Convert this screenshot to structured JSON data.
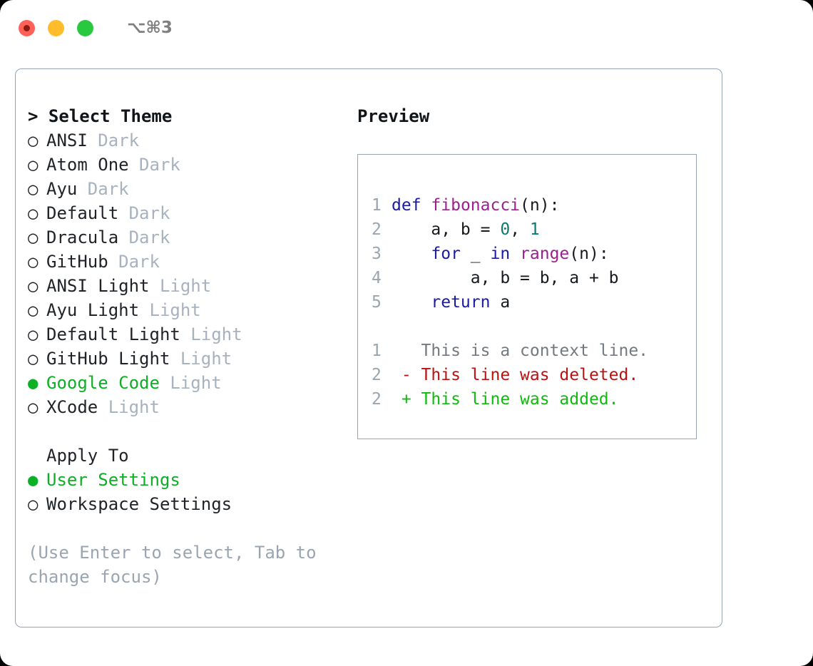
{
  "titlebar": {
    "shortcut": "⌥⌘3",
    "buttons": [
      {
        "name": "close",
        "color": "#ff6159"
      },
      {
        "name": "minimize",
        "color": "#ffbd2e"
      },
      {
        "name": "maximize",
        "color": "#28c840"
      }
    ]
  },
  "theme_panel": {
    "header": "> Select Theme",
    "options": [
      {
        "marker": "○",
        "name": "ANSI",
        "suffix": "Dark",
        "selected": false
      },
      {
        "marker": "○",
        "name": "Atom One",
        "suffix": "Dark",
        "selected": false
      },
      {
        "marker": "○",
        "name": "Ayu",
        "suffix": "Dark",
        "selected": false
      },
      {
        "marker": "○",
        "name": "Default",
        "suffix": "Dark",
        "selected": false
      },
      {
        "marker": "○",
        "name": "Dracula",
        "suffix": "Dark",
        "selected": false
      },
      {
        "marker": "○",
        "name": "GitHub",
        "suffix": "Dark",
        "selected": false
      },
      {
        "marker": "○",
        "name": "ANSI Light",
        "suffix": "Light",
        "selected": false
      },
      {
        "marker": "○",
        "name": "Ayu Light",
        "suffix": "Light",
        "selected": false
      },
      {
        "marker": "○",
        "name": "Default Light",
        "suffix": "Light",
        "selected": false
      },
      {
        "marker": "○",
        "name": "GitHub Light",
        "suffix": "Light",
        "selected": false
      },
      {
        "marker": "●",
        "name": "Google Code",
        "suffix": "Light",
        "selected": true
      },
      {
        "marker": "○",
        "name": "XCode",
        "suffix": "Light",
        "selected": false
      }
    ]
  },
  "apply_to": {
    "header": "Apply To",
    "options": [
      {
        "marker": "●",
        "name": "User Settings",
        "selected": true
      },
      {
        "marker": "○",
        "name": "Workspace Settings",
        "selected": false
      }
    ]
  },
  "hint": "(Use Enter to select, Tab to change focus)",
  "preview": {
    "title": "Preview",
    "code_lines": [
      {
        "n": "1",
        "tokens": [
          {
            "t": "def",
            "c": "kw"
          },
          {
            "t": " ",
            "c": "pln"
          },
          {
            "t": "fibonacci",
            "c": "fn"
          },
          {
            "t": "(n):",
            "c": "pln"
          }
        ]
      },
      {
        "n": "2",
        "tokens": [
          {
            "t": "    a, b = ",
            "c": "pln"
          },
          {
            "t": "0",
            "c": "num"
          },
          {
            "t": ", ",
            "c": "pln"
          },
          {
            "t": "1",
            "c": "num"
          }
        ]
      },
      {
        "n": "3",
        "tokens": [
          {
            "t": "    ",
            "c": "pln"
          },
          {
            "t": "for",
            "c": "kw"
          },
          {
            "t": " _ ",
            "c": "pln"
          },
          {
            "t": "in",
            "c": "kw"
          },
          {
            "t": " ",
            "c": "pln"
          },
          {
            "t": "range",
            "c": "fn"
          },
          {
            "t": "(n):",
            "c": "pln"
          }
        ]
      },
      {
        "n": "4",
        "tokens": [
          {
            "t": "        a, b = b, a + b",
            "c": "pln"
          }
        ]
      },
      {
        "n": "5",
        "tokens": [
          {
            "t": "    ",
            "c": "pln"
          },
          {
            "t": "return",
            "c": "kw"
          },
          {
            "t": " a",
            "c": "pln"
          }
        ]
      }
    ],
    "diff_lines": [
      {
        "n": "1",
        "prefix": "  ",
        "text": "This is a context line.",
        "kind": "ctx"
      },
      {
        "n": "2",
        "prefix": "- ",
        "text": "This line was deleted.",
        "kind": "del"
      },
      {
        "n": "2",
        "prefix": "+ ",
        "text": "This line was added.",
        "kind": "add"
      }
    ]
  },
  "colors": {
    "accent_green": "#0bb024",
    "muted": "#a8b2bf",
    "border": "#97a3b3",
    "keyword": "#1a1aa6",
    "function": "#9c1f8f",
    "number": "#0a7a73",
    "plain": "#16191d",
    "diff_context": "#73797f",
    "diff_deleted": "#bb1111",
    "diff_added": "#0dbb0d",
    "line_number": "#9aa5b1"
  }
}
